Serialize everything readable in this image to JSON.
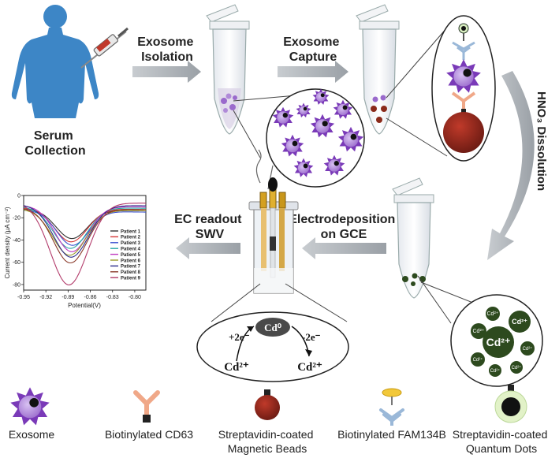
{
  "steps": {
    "serum_collection": [
      "Serum",
      "Collection"
    ],
    "exosome_isolation": [
      "Exosome",
      "Isolation"
    ],
    "exosome_capture": [
      "Exosome",
      "Capture"
    ],
    "dissolution": "HNO₃ Dissolution",
    "electrodeposition": [
      "Electrodeposition",
      "on GCE"
    ],
    "ec_readout": [
      "EC readout",
      "SWV"
    ]
  },
  "cd_bubbles": [
    "Cd²⁺",
    "Cd²⁺",
    "Cd²⁺",
    "Cd²⁺",
    "Cd²⁺",
    "Cd²⁺",
    "Cd²⁺",
    "Cd²⁺"
  ],
  "redox": {
    "center": "Cd⁰",
    "reduction": "+2e⁻",
    "oxidation": "-2e⁻",
    "left_ion": "Cd²⁺",
    "right_ion": "Cd²⁺"
  },
  "legend": [
    {
      "name": "exosome",
      "label": [
        "Exosome"
      ]
    },
    {
      "name": "cd63",
      "label": [
        "Biotinylated CD63"
      ]
    },
    {
      "name": "beads",
      "label": [
        "Streptavidin-coated",
        "Magnetic Beads"
      ]
    },
    {
      "name": "fam134b",
      "label": [
        "Biotinylated FAM134B"
      ]
    },
    {
      "name": "qdots",
      "label": [
        "Streptavidin-coated",
        "Quantum Dots"
      ]
    }
  ],
  "chart_data": {
    "type": "line",
    "xlabel": "Potential(V)",
    "ylabel": "Current density (µA cm⁻²)",
    "xlim": [
      -0.95,
      -0.785
    ],
    "ylim": [
      -85,
      0
    ],
    "xticks": [
      -0.95,
      -0.92,
      -0.89,
      -0.86,
      -0.83,
      -0.8
    ],
    "xtick_labels": [
      "-0.95",
      "-0.92",
      "-0.89",
      "-0.86",
      "-0.83",
      "-0.80"
    ],
    "yticks": [
      -80,
      -60,
      -40,
      -20,
      0
    ],
    "ytick_labels": [
      "-80",
      "-60",
      "-40",
      "-20",
      "0"
    ],
    "legend_position": "right",
    "series": [
      {
        "name": "Patient 1",
        "color": "#333333",
        "peak_x": -0.885,
        "peak_y": -38,
        "width": 0.03,
        "base": -12
      },
      {
        "name": "Patient 2",
        "color": "#d43838",
        "peak_x": -0.886,
        "peak_y": -41,
        "width": 0.031,
        "base": -11
      },
      {
        "name": "Patient 3",
        "color": "#3a4fd0",
        "peak_x": -0.884,
        "peak_y": -44,
        "width": 0.03,
        "base": -13
      },
      {
        "name": "Patient 4",
        "color": "#2aa7a7",
        "peak_x": -0.887,
        "peak_y": -47,
        "width": 0.032,
        "base": -10
      },
      {
        "name": "Patient 5",
        "color": "#c03ac0",
        "peak_x": -0.885,
        "peak_y": -50,
        "width": 0.031,
        "base": -9
      },
      {
        "name": "Patient 6",
        "color": "#9a9a2a",
        "peak_x": -0.888,
        "peak_y": -53,
        "width": 0.032,
        "base": -12
      },
      {
        "name": "Patient 7",
        "color": "#2a2a8a",
        "peak_x": -0.886,
        "peak_y": -55,
        "width": 0.033,
        "base": -8
      },
      {
        "name": "Patient 8",
        "color": "#8a3a2a",
        "peak_x": -0.887,
        "peak_y": -60,
        "width": 0.032,
        "base": -11
      },
      {
        "name": "Patient 9",
        "color": "#b23a6a",
        "peak_x": -0.889,
        "peak_y": -80,
        "width": 0.035,
        "base": -6
      }
    ]
  }
}
